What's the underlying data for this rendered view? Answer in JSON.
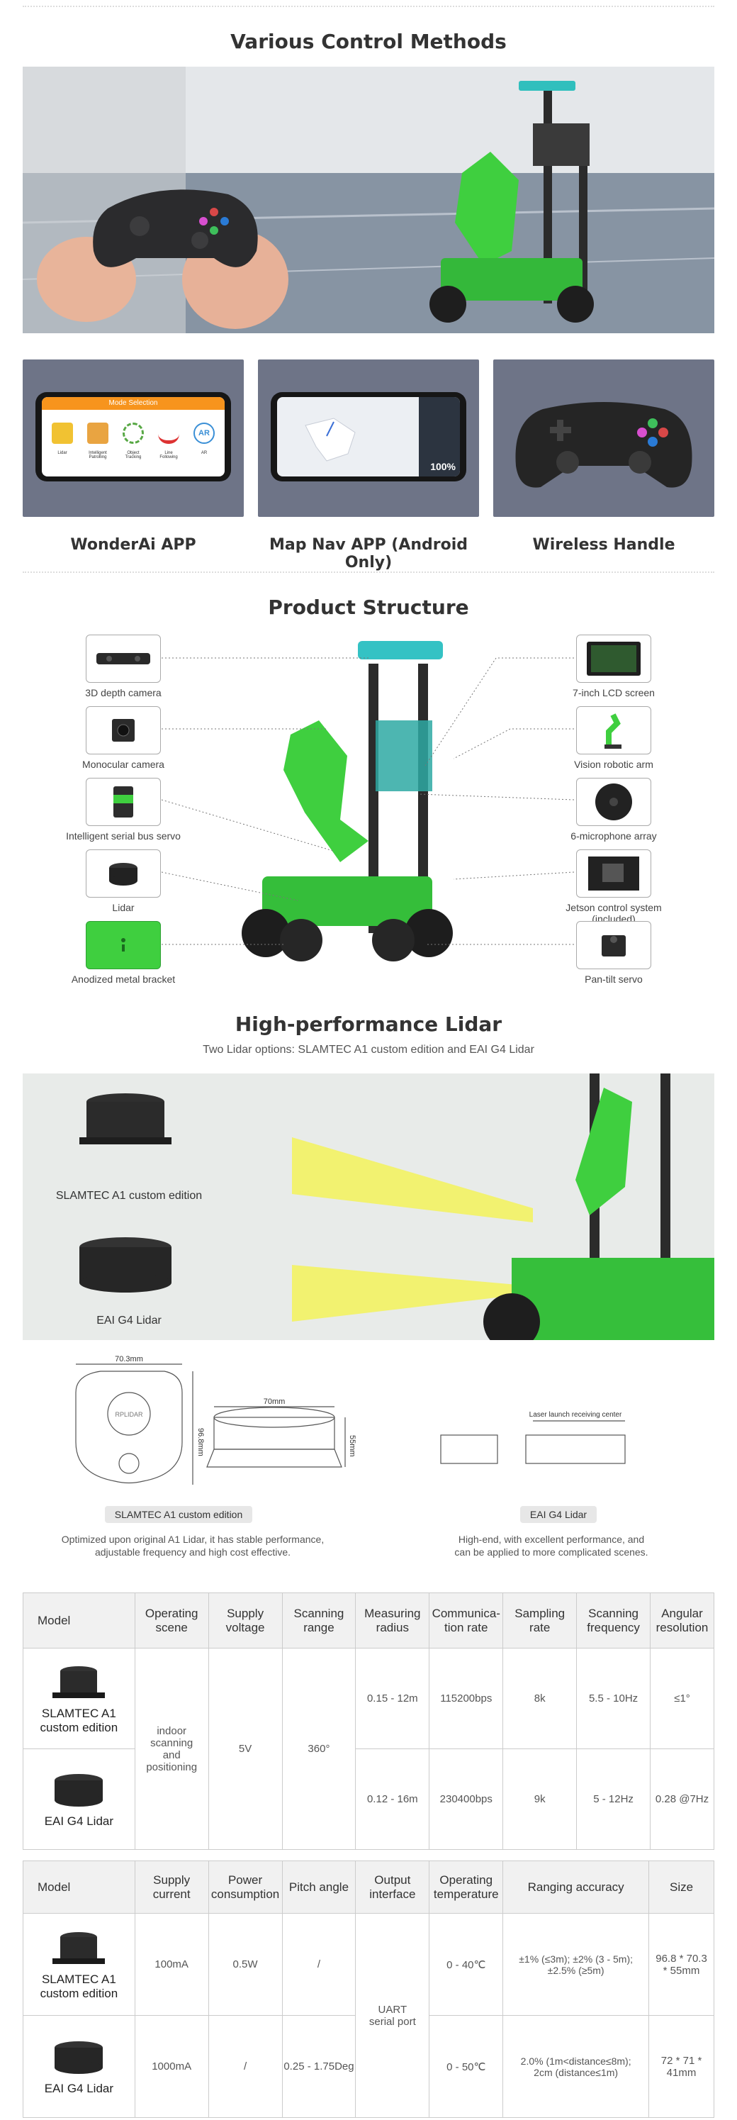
{
  "control": {
    "title": "Various Control Methods",
    "cards": [
      {
        "label": "WonderAi APP"
      },
      {
        "label": "Map Nav APP (Android Only)"
      },
      {
        "label": "Wireless Handle"
      }
    ],
    "app_header": "Mode Selection",
    "app_modes": [
      "Lidar",
      "Intelligent Patrolling",
      "Object Tracking",
      "Line Following",
      "AR"
    ],
    "map_percent": "100%"
  },
  "structure": {
    "title": "Product Structure",
    "left": [
      "3D depth camera",
      "Monocular camera",
      "Intelligent serial bus servo",
      "Lidar",
      "Anodized metal bracket"
    ],
    "right": [
      "7-inch LCD screen",
      "Vision robotic arm",
      "6-microphone array",
      "Jetson control system (included)",
      "Pan-tilt servo"
    ]
  },
  "lidar": {
    "title": "High-performance Lidar",
    "subtitle": "Two Lidar options: SLAMTEC A1 custom edition and EAI G4 Lidar",
    "a1_label": "SLAMTEC A1 custom edition",
    "g4_label": "EAI G4 Lidar",
    "dims": {
      "a1_w": "70.3mm",
      "a1_h": "96.8mm",
      "a1_side_w": "70mm",
      "a1_side_h": "55mm",
      "g4_laser": "Laser launch receiving center",
      "a1_logo": "RPLIDAR"
    },
    "a1_tag": "SLAMTEC A1 custom edition",
    "g4_tag": "EAI G4 Lidar",
    "a1_desc": [
      "Optimized upon original A1 Lidar, it has stable performance,",
      "adjustable frequency and high cost effective."
    ],
    "g4_desc": [
      "High-end, with excellent performance, and",
      "can be applied to more complicated scenes."
    ]
  },
  "table1": {
    "headers": [
      "Model",
      "Operating scene",
      "Supply voltage",
      "Scanning range",
      "Measuring radius",
      "Communica-tion rate",
      "Sampling rate",
      "Scanning frequency",
      "Angular resolution"
    ],
    "header_lines": [
      [
        "Model"
      ],
      [
        "Operating",
        "scene"
      ],
      [
        "Supply",
        "voltage"
      ],
      [
        "Scanning",
        "range"
      ],
      [
        "Measuring",
        "radius"
      ],
      [
        "Communica-",
        "tion rate"
      ],
      [
        "Sampling",
        "rate"
      ],
      [
        "Scanning",
        "frequency"
      ],
      [
        "Angular",
        "resolution"
      ]
    ],
    "shared": {
      "scene": "indoor scanning and positioning",
      "voltage": "5V",
      "range": "360°"
    },
    "rows": [
      {
        "model": "SLAMTEC A1 custom edition",
        "radius": "0.15 - 12m",
        "comm": "115200bps",
        "sampling": "8k",
        "freq": "5.5 - 10Hz",
        "ang": "≤1°"
      },
      {
        "model": "EAI G4 Lidar",
        "radius": "0.12 - 16m",
        "comm": "230400bps",
        "sampling": "9k",
        "freq": "5 - 12Hz",
        "ang": "0.28 @7Hz"
      }
    ]
  },
  "table2": {
    "headers": [
      "Model",
      "Supply current",
      "Power consumption",
      "Pitch angle",
      "Output interface",
      "Operating temperature",
      "Ranging accuracy",
      "Size"
    ],
    "header_lines": [
      [
        "Model"
      ],
      [
        "Supply",
        "current"
      ],
      [
        "Power",
        "consumption"
      ],
      [
        "Pitch angle"
      ],
      [
        "Output",
        "interface"
      ],
      [
        "Operating",
        "temperature"
      ],
      [
        "Ranging accuracy"
      ],
      [
        "Size"
      ]
    ],
    "shared": {
      "interface": "UART serial port"
    },
    "rows": [
      {
        "model": "SLAMTEC A1 custom edition",
        "current": "100mA",
        "power": "0.5W",
        "pitch": "/",
        "temp": "0 - 40℃",
        "acc": "±1% (≤3m); ±2% (3 - 5m); ±2.5% (≥5m)",
        "size": "96.8 * 70.3 * 55mm"
      },
      {
        "model": "EAI G4 Lidar",
        "current": "1000mA",
        "power": "/",
        "pitch": "0.25 - 1.75Deg",
        "temp": "0 - 50℃",
        "acc": "2.0% (1m<distance≤8m); 2cm (distance≤1m)",
        "size": "72 * 71 * 41mm"
      }
    ]
  },
  "colors": {
    "card_bg": "#6e7487",
    "robot_green": "#3fcf3f",
    "beam": "#f3f35a",
    "dark": "#2d2d2d"
  }
}
